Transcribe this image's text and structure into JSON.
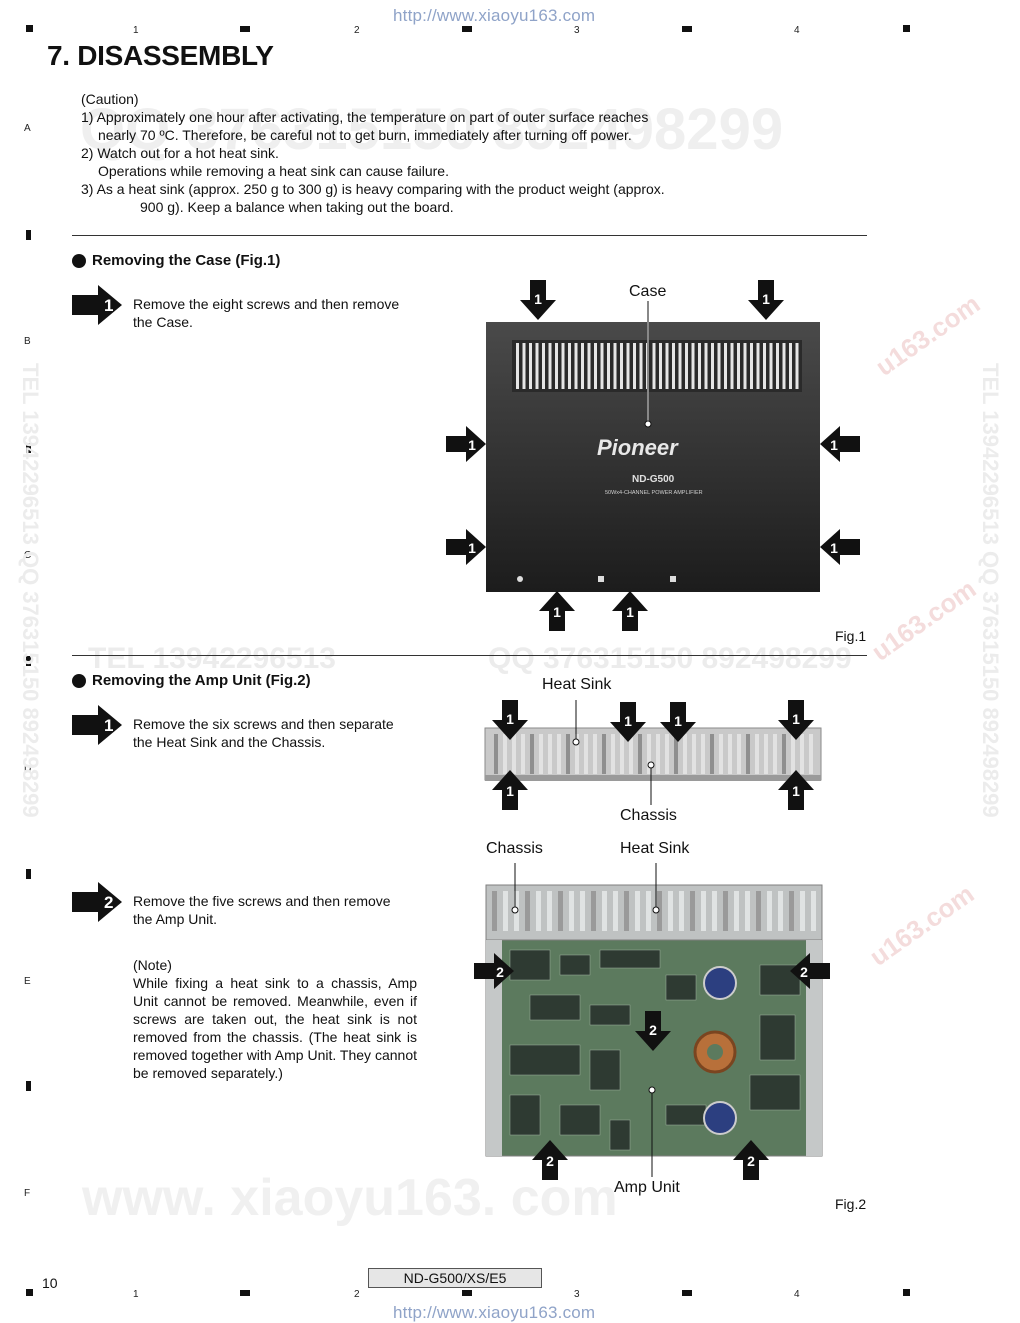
{
  "header_url": "http://www.xiaoyu163.com",
  "footer_url": "http://www.xiaoyu163.com",
  "columns": [
    "1",
    "2",
    "3",
    "4"
  ],
  "rows": [
    "A",
    "B",
    "C",
    "D",
    "E",
    "F"
  ],
  "title": "7. DISASSEMBLY",
  "caution": {
    "heading": "(Caution)",
    "line1": "1) Approximately one hour after activating, the temperature on part of outer surface reaches",
    "line1b": "nearly 70 ºC. Therefore, be careful not to get burn, immediately after turning off power.",
    "line2": "2) Watch out for a hot heat sink.",
    "line2b": "Operations while removing a heat sink can cause failure.",
    "line3": "3) As a heat sink (approx. 250 g to 300 g) is heavy comparing with the product weight (approx.",
    "line3b": "900 g). Keep a balance when taking out the board."
  },
  "section1": {
    "heading": "Removing the Case (Fig.1)",
    "step1_num": "1",
    "step1_text_a": "Remove the eight screws and then remove",
    "step1_text_b": "the Case.",
    "fig_label": "Fig.1",
    "callout_case": "Case",
    "arrow_num": "1",
    "device_brand": "Pioneer",
    "device_model": "ND-G500",
    "device_desc": "50Wx4-CHANNEL POWER AMPLIFIER"
  },
  "section2": {
    "heading": "Removing the Amp Unit (Fig.2)",
    "step1_num": "1",
    "step1_text_a": "Remove the six screws and then separate",
    "step1_text_b": "the Heat Sink and the Chassis.",
    "step2_num": "2",
    "step2_text_a": "Remove the five screws and then remove",
    "step2_text_b": "the Amp Unit.",
    "note_heading": "(Note)",
    "note_text": "While fixing a heat sink to a chassis, Amp Unit cannot be removed. Meanwhile, even if screws are taken out, the heat sink is not removed from the chassis. (The heat sink is removed together with Amp Unit. They cannot be removed separately.)",
    "callout_heat_sink_top": "Heat Sink",
    "callout_chassis_top": "Chassis",
    "callout_chassis": "Chassis",
    "callout_heat_sink": "Heat Sink",
    "callout_amp_unit": "Amp Unit",
    "fig_label": "Fig.2"
  },
  "page_number": "10",
  "model_code": "ND-G500/XS/E5",
  "watermarks": {
    "qq_top": "QQ 376315150 892498299",
    "tel_mid": "TEL 13942296513",
    "qq_mid": "QQ 376315150 892498299",
    "www": "www. xiaoyu163. com",
    "side_left": "TEL 13942296513 QQ 376315150 892498299",
    "side_right": "TEL 13942296513 QQ 376315150 892498299",
    "site1": "u163.com",
    "site2": "u163.com",
    "site3": "u163.com"
  }
}
